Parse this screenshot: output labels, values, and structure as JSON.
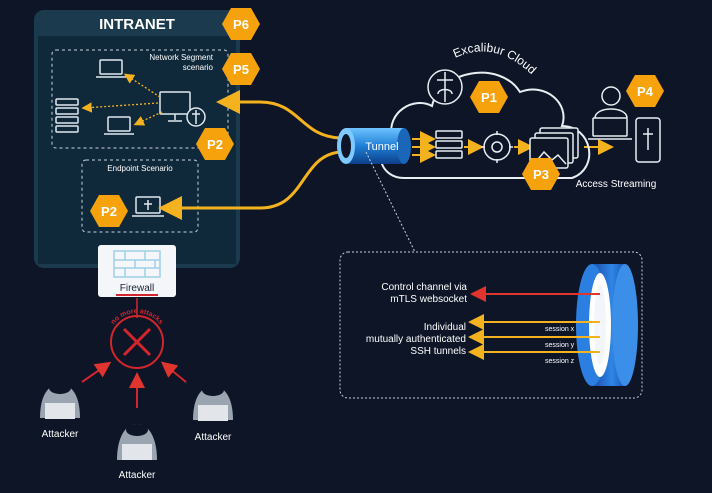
{
  "intranet": {
    "title": "INTRANET"
  },
  "network_segment": {
    "label_line1": "Network Segment",
    "label_line2": "scenario"
  },
  "endpoint": {
    "label": "Endpoint Scenario"
  },
  "firewall": {
    "label": "Firewall"
  },
  "no_more_attacks": {
    "label": "no more attacks"
  },
  "attackers": [
    "Attacker",
    "Attacker",
    "Attacker"
  ],
  "cloud": {
    "label": "Excalibur Cloud"
  },
  "tunnel": {
    "label": "Tunnel"
  },
  "access_streaming": {
    "label": "Access Streaming"
  },
  "badges": {
    "p1": "P1",
    "p2_network": "P2",
    "p2_endpoint": "P2",
    "p3": "P3",
    "p4": "P4",
    "p5": "P5",
    "p6": "P6"
  },
  "detail": {
    "control_line1": "Control channel via",
    "control_line2": "mTLS websocket",
    "individual_line1": "Individual",
    "individual_line2": "mutually authenticated",
    "individual_line3": "SSH tunnels",
    "sessions": [
      "session x",
      "session y",
      "session z"
    ]
  },
  "colors": {
    "background": "#0d1526",
    "intranet_panel": "#1b3a4e",
    "badge": "#f5a20d",
    "arrow": "#f5b21f",
    "attack_red": "#d2262c",
    "tunnel_blue": "#1f7fd6"
  }
}
